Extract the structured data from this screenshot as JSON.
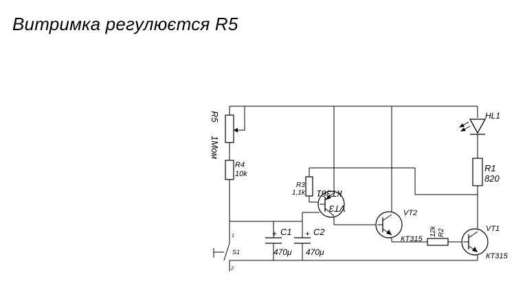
{
  "title": "Витримка регулюєтся R5",
  "components": {
    "r5": {
      "name": "R5",
      "value": "1Мом"
    },
    "r4": {
      "name": "R4",
      "value": "10k"
    },
    "r3": {
      "name": "R3",
      "value": "1,1k"
    },
    "r2": {
      "name": "R2",
      "value": "12k"
    },
    "r1": {
      "name": "R1",
      "value": "820"
    },
    "c1": {
      "name": "C1",
      "value": "470μ",
      "plus": "+"
    },
    "c2": {
      "name": "C2",
      "value": "470μ",
      "plus": "+"
    },
    "vt3": {
      "name": "VT3",
      "type": "КТ361"
    },
    "vt2": {
      "name": "VT2",
      "type": "КТ315"
    },
    "vt1": {
      "name": "VT1",
      "type": "КТ315"
    },
    "hl1": {
      "name": "HL1"
    },
    "s1": {
      "name": "S1",
      "pin1": "1",
      "pin2": "2"
    }
  }
}
